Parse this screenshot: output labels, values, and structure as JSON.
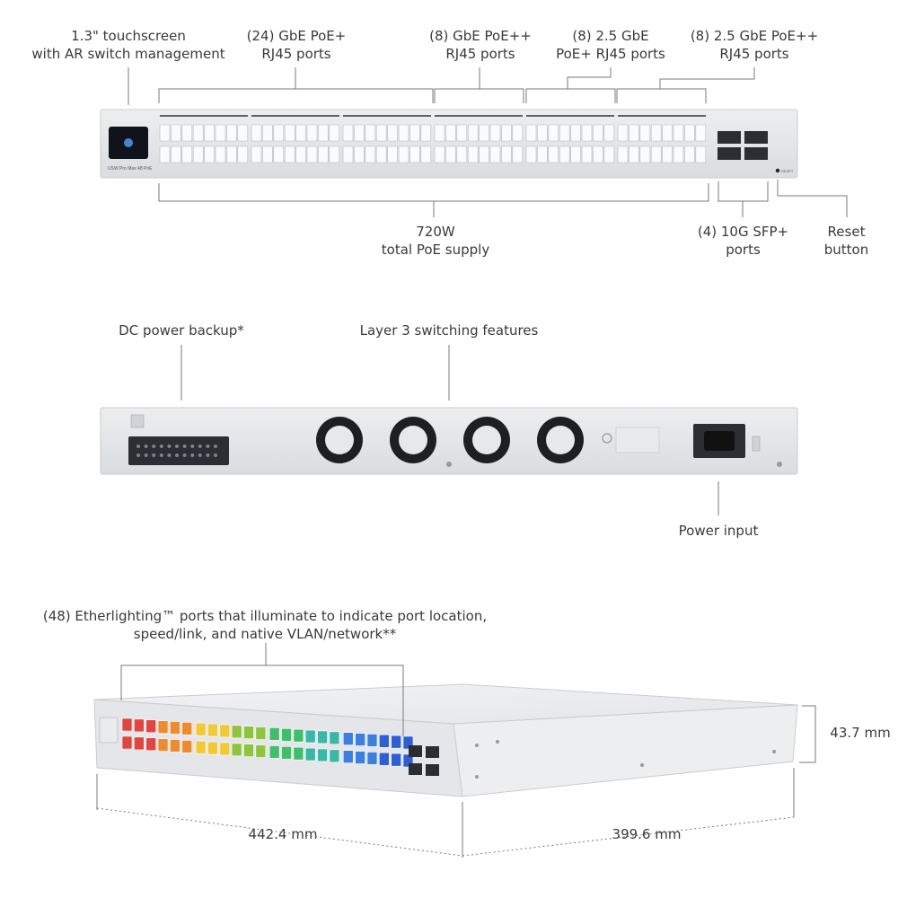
{
  "front_view": {
    "touchscreen_label": [
      "1.3\" touchscreen",
      "with AR switch management"
    ],
    "gbe_poe_plus_label": [
      "(24) GbE PoE+",
      "RJ45 ports"
    ],
    "gbe_poe_plusplus_label": [
      "(8) GbE PoE++",
      "RJ45 ports"
    ],
    "gbe25_poe_plus_label": [
      "(8) 2.5 GbE",
      "PoE+ RJ45 ports"
    ],
    "gbe25_poe_plusplus_label": [
      "(8) 2.5 GbE PoE++",
      "RJ45 ports"
    ],
    "poe_supply_label": [
      "720W",
      "total PoE supply"
    ],
    "sfp_label": [
      "(4) 10G SFP+",
      "ports"
    ],
    "reset_label": [
      "Reset",
      "button"
    ],
    "model_text": "USW Pro Max 48 PoE",
    "reset_text": "RESET"
  },
  "rear_view": {
    "dc_backup_label": "DC power backup*",
    "layer3_label": "Layer 3 switching features",
    "power_input_label": "Power input"
  },
  "perspective_view": {
    "etherlighting_label": [
      "(48) Etherlighting™ ports that illuminate to indicate port location,",
      "speed/link, and native VLAN/network**"
    ],
    "width_label": "442.4 mm",
    "depth_label": "399.6 mm",
    "height_label": "43.7 mm"
  },
  "colors": {
    "chassis": "#e4e6e9",
    "chassis_edge": "#c9ccd0",
    "leader_line": "#7a7a7a",
    "port_palette": [
      "#e0453f",
      "#ef8a2e",
      "#f2c932",
      "#8fc43d",
      "#3fbf6a",
      "#39b8a8",
      "#3c7fe0",
      "#2f5fd6"
    ]
  }
}
